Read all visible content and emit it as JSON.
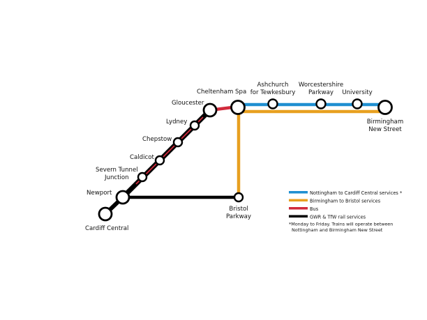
{
  "colors": {
    "nottingham_cardiff": "#1f8fd0",
    "birmingham_bristol": "#e8a020",
    "bus": "#d12a3c",
    "gwr_tfw": "#000000"
  },
  "stations": {
    "cardiff_central": "Cardiff Central",
    "newport": "Newport",
    "severn_tunnel_1": "Severn Tunnel",
    "severn_tunnel_2": "Junction",
    "caldicot": "Caldicot",
    "chepstow": "Chepstow",
    "lydney": "Lydney",
    "gloucester": "Gloucester",
    "cheltenham_spa": "Cheltenham Spa",
    "ashchurch_1": "Ashchurch",
    "ashchurch_2": "for Tewkesbury",
    "worcestershire_1": "Worcestershire",
    "worcestershire_2": "Parkway",
    "university": "University",
    "birmingham_1": "Birmingham",
    "birmingham_2": "New Street",
    "bristol_1": "Bristol",
    "bristol_2": "Parkway"
  },
  "legend": [
    {
      "label": "Nottingham to Cardiff Central services *",
      "color_key": "nottingham_cardiff"
    },
    {
      "label": "Birmingham to Bristol services",
      "color_key": "birmingham_bristol"
    },
    {
      "label": "Bus",
      "color_key": "bus"
    },
    {
      "label": "GWR & TfW rail services",
      "color_key": "gwr_tfw"
    }
  ],
  "note": {
    "line1": "*Monday to Friday. Trains will operate between",
    "line2": "Nottingham and Birmingham New Street"
  }
}
